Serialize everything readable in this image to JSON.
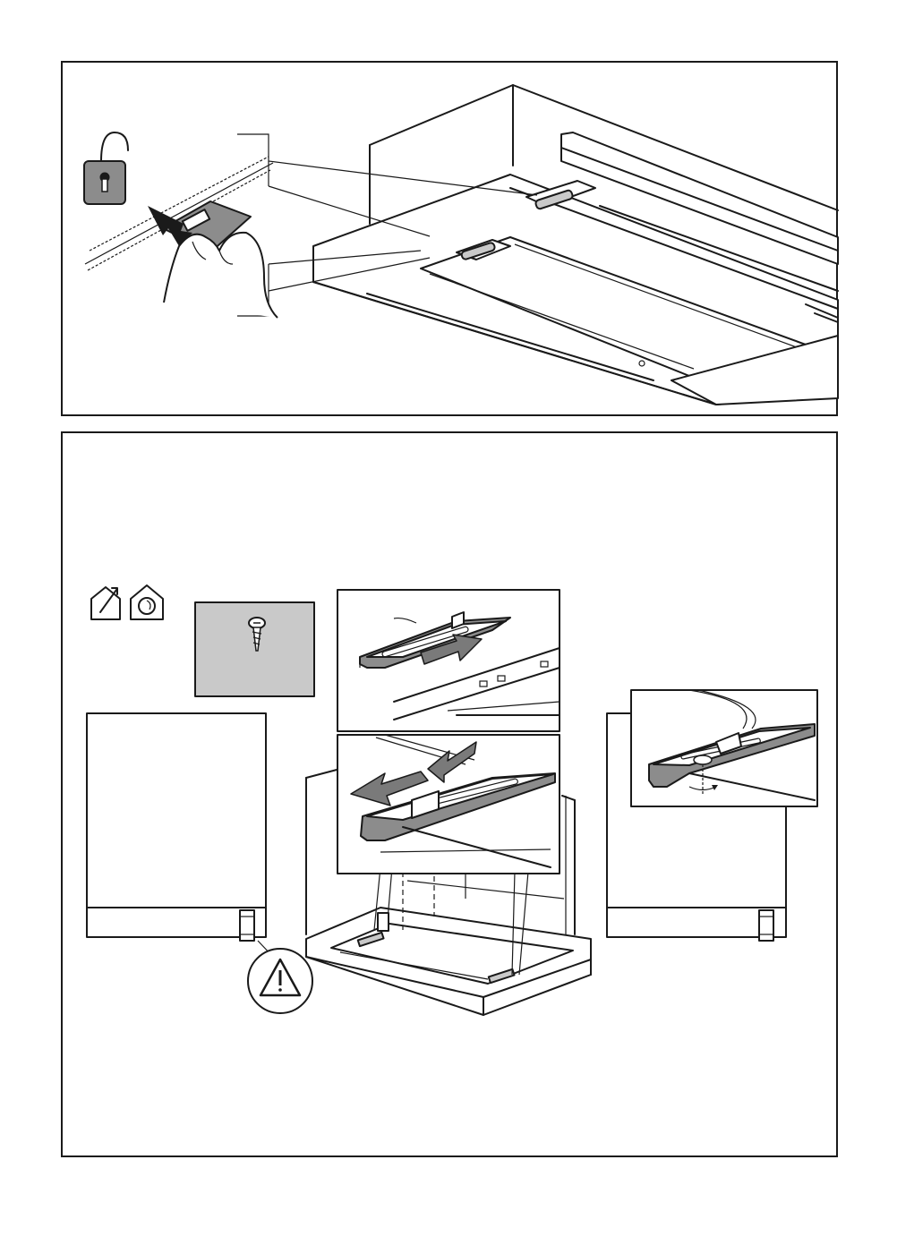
{
  "document": {
    "panels": [
      {
        "id": "top",
        "content": "unlock-and-release-filter-clips"
      },
      {
        "id": "bottom",
        "content": "cabinet-mounting-with-brackets-and-screw"
      }
    ]
  },
  "icons": {
    "padlock": "unlocked-padlock-icon",
    "venting_out": "house-exhaust-mode-icon",
    "recirculation": "house-recirculation-mode-icon",
    "screw": "screw-icon",
    "warning": "warning-triangle-icon"
  },
  "colors": {
    "stroke": "#1a1a1a",
    "fill_gray": "#8c8c8c",
    "fill_light": "#c9c9c9",
    "arrow": "#7a7a7a"
  }
}
